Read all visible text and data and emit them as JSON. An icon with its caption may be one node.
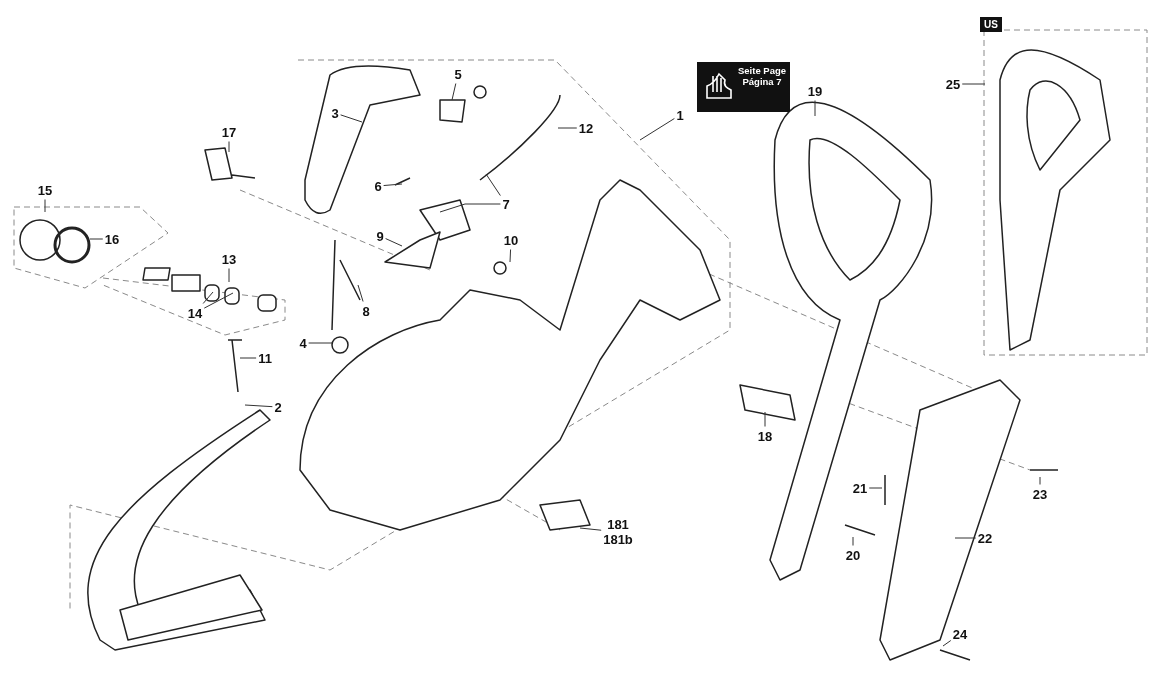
{
  "diagram": {
    "nodes": [
      {
        "text": [
          "1"
        ]
      },
      {
        "text": [
          "2"
        ]
      },
      {
        "text": [
          "3"
        ]
      },
      {
        "text": [
          "4"
        ]
      },
      {
        "text": [
          "5"
        ]
      },
      {
        "text": [
          "6"
        ]
      },
      {
        "text": [
          "7"
        ]
      },
      {
        "text": [
          "8"
        ]
      },
      {
        "text": [
          "9"
        ]
      },
      {
        "text": [
          "10"
        ]
      },
      {
        "text": [
          "11"
        ]
      },
      {
        "text": [
          "12"
        ]
      },
      {
        "text": [
          "13"
        ]
      },
      {
        "text": [
          "14"
        ]
      },
      {
        "text": [
          "15"
        ]
      },
      {
        "text": [
          "16"
        ]
      },
      {
        "text": [
          "17"
        ]
      },
      {
        "text": [
          "18"
        ]
      },
      {
        "text": [
          "19"
        ]
      },
      {
        "text": [
          "20"
        ]
      },
      {
        "text": [
          "21"
        ]
      },
      {
        "text": [
          "22"
        ]
      },
      {
        "text": [
          "23"
        ]
      },
      {
        "text": [
          "24"
        ]
      },
      {
        "text": [
          "25"
        ]
      },
      {
        "text": [
          "181",
          "181b"
        ]
      },
      {
        "text": [
          "Seite Page Página 7"
        ]
      },
      {
        "text": [
          "US"
        ]
      }
    ],
    "edges": [
      {
        "from": 0,
        "to": null,
        "arrow": "none"
      },
      {
        "from": 1,
        "to": null,
        "arrow": "none"
      },
      {
        "from": 2,
        "to": null,
        "arrow": "none"
      },
      {
        "from": 3,
        "to": null,
        "arrow": "none"
      },
      {
        "from": 4,
        "to": null,
        "arrow": "none"
      },
      {
        "from": 5,
        "to": null,
        "arrow": "none"
      },
      {
        "from": 6,
        "to": null,
        "arrow": "none"
      },
      {
        "from": 6,
        "to": null,
        "arrow": "none"
      },
      {
        "from": 7,
        "to": null,
        "arrow": "none"
      },
      {
        "from": 8,
        "to": null,
        "arrow": "none"
      },
      {
        "from": 9,
        "to": null,
        "arrow": "none"
      },
      {
        "from": 10,
        "to": null,
        "arrow": "none"
      },
      {
        "from": 11,
        "to": null,
        "arrow": "none"
      },
      {
        "from": 12,
        "to": null,
        "arrow": "none"
      },
      {
        "from": 13,
        "to": null,
        "arrow": "none"
      },
      {
        "from": 13,
        "to": null,
        "arrow": "none"
      },
      {
        "from": 14,
        "to": null,
        "arrow": "none"
      },
      {
        "from": 15,
        "to": null,
        "arrow": "none"
      },
      {
        "from": 16,
        "to": null,
        "arrow": "none"
      },
      {
        "from": 17,
        "to": null,
        "arrow": "none"
      },
      {
        "from": 18,
        "to": null,
        "arrow": "none"
      },
      {
        "from": 19,
        "to": null,
        "arrow": "none"
      },
      {
        "from": 20,
        "to": null,
        "arrow": "none"
      },
      {
        "from": 21,
        "to": null,
        "arrow": "none"
      },
      {
        "from": 22,
        "to": null,
        "arrow": "none"
      },
      {
        "from": 23,
        "to": null,
        "arrow": "none"
      },
      {
        "from": 24,
        "to": null,
        "arrow": "none"
      },
      {
        "from": 25,
        "to": null,
        "arrow": "none"
      }
    ]
  }
}
